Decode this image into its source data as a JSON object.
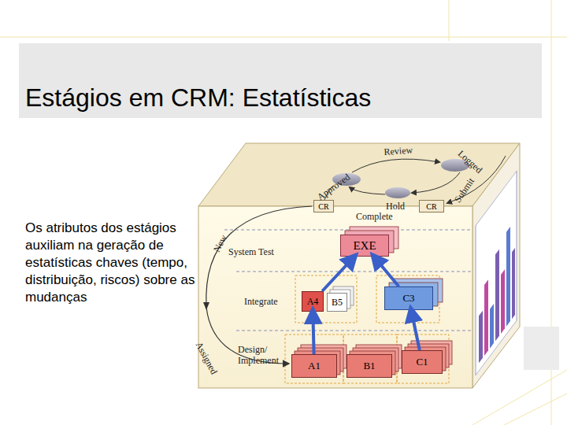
{
  "diagram": {
    "title": "Estágios em CRM: Estatísticas",
    "nodes": [
      {
        "text": [
          "CR"
        ]
      },
      {
        "text": [
          "CR"
        ]
      },
      {
        "text": [
          "EXE"
        ]
      },
      {
        "text": [
          "A4"
        ]
      },
      {
        "text": [
          "B5"
        ]
      },
      {
        "text": [
          "C3"
        ]
      },
      {
        "text": [
          "A1"
        ]
      },
      {
        "text": [
          "B1"
        ]
      },
      {
        "text": [
          "C1"
        ]
      }
    ],
    "edges": [
      {
        "from": 6,
        "to": 3,
        "arrow": "to"
      },
      {
        "from": 8,
        "to": 5,
        "arrow": "to"
      },
      {
        "from": 3,
        "to": 2,
        "arrow": "to"
      },
      {
        "from": 5,
        "to": 2,
        "arrow": "to"
      }
    ],
    "labels": [
      "Os atributos dos estágios auxiliam na geração de estatísticas chaves (tempo, distribuição, riscos) sobre as mudanças",
      "Review",
      "Approved",
      "Logged",
      "Submit",
      "Hold",
      "Complete",
      "New",
      "System Test",
      "Integrate",
      "Design/ Implement",
      "Assigned"
    ]
  }
}
